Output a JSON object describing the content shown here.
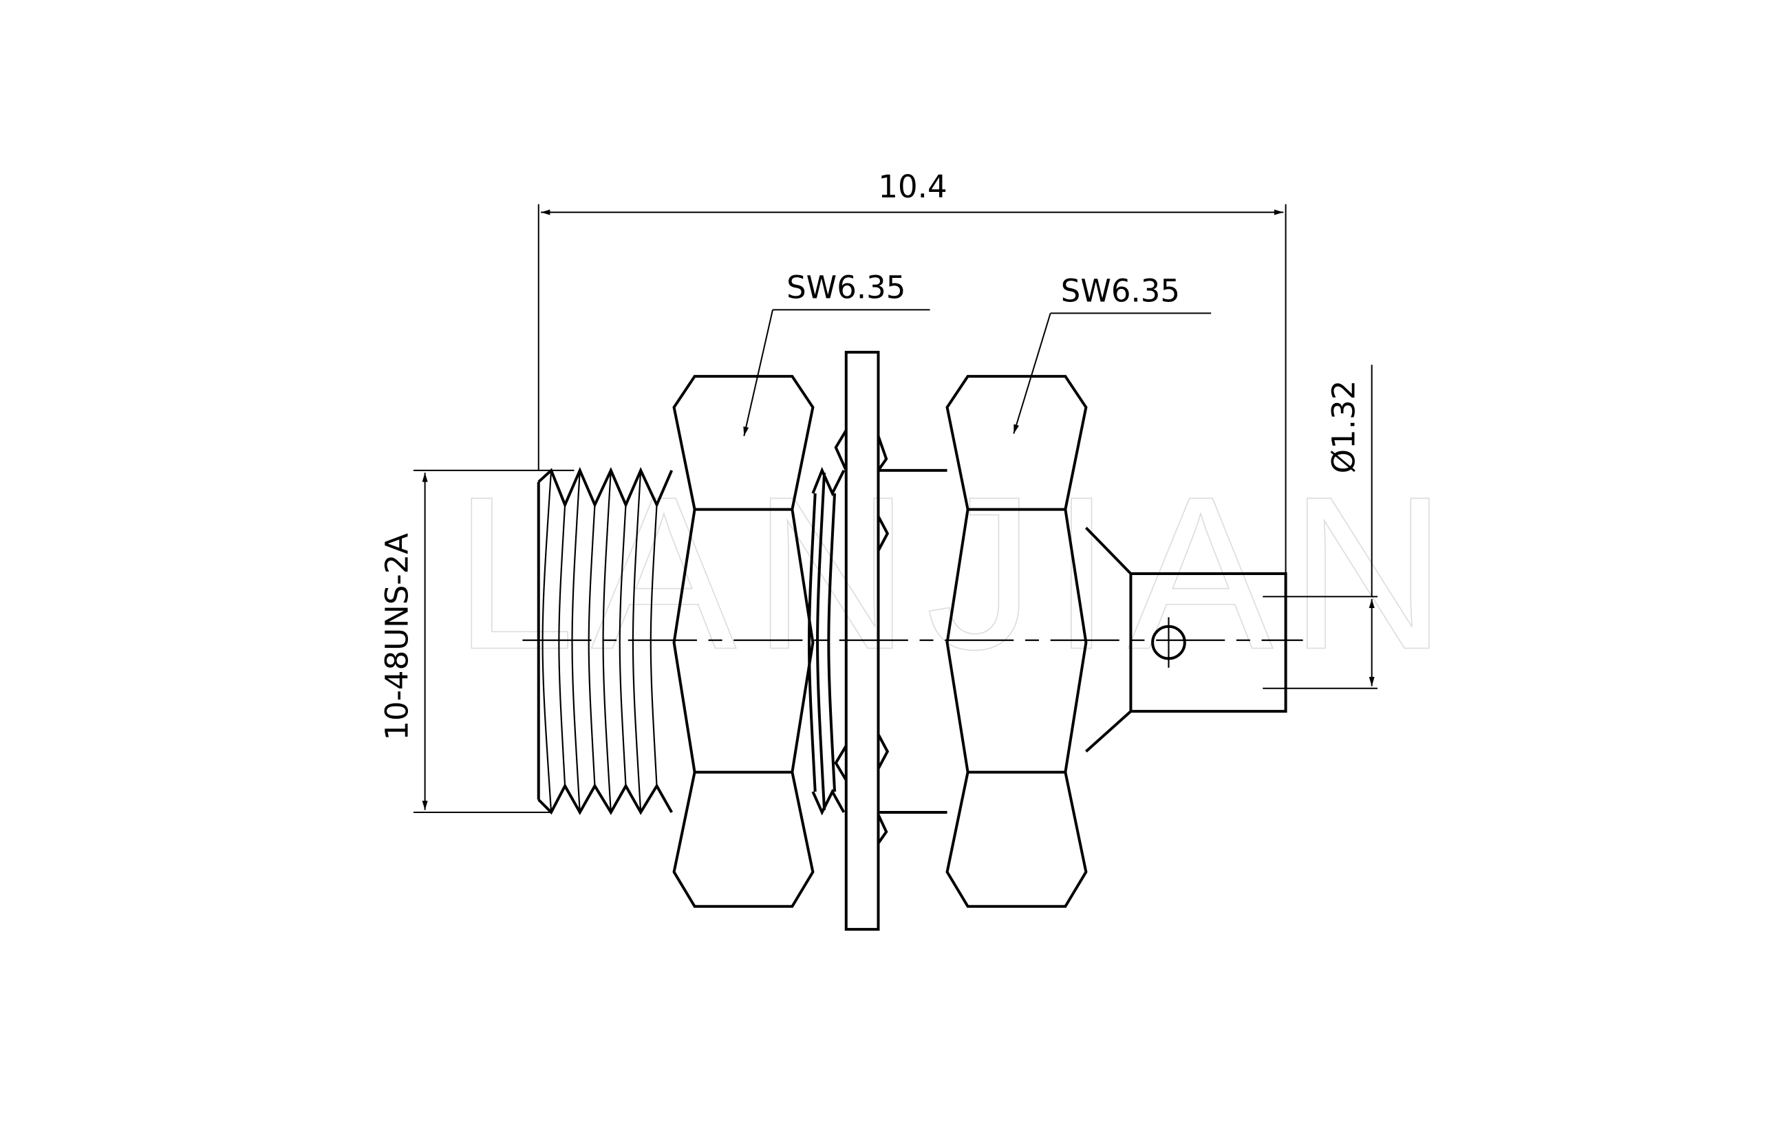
{
  "drawing": {
    "watermark": "LANJIAN",
    "dimensions": {
      "overall_length": "10.4",
      "nut1_wrench_size": "SW6.35",
      "nut2_wrench_size": "SW6.35",
      "pin_diameter": "Ø1.32",
      "thread_spec": "10-48UNS-2A"
    }
  }
}
